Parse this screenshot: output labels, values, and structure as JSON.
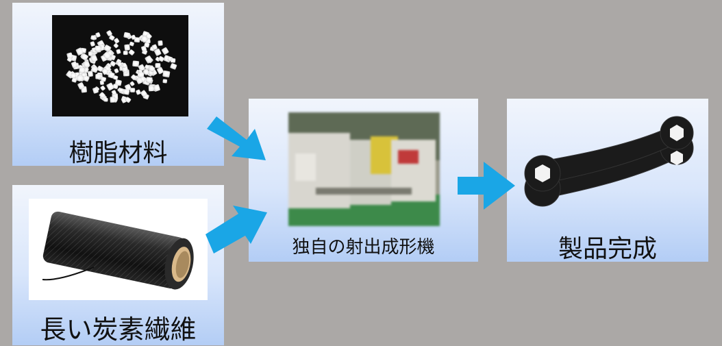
{
  "steps": {
    "resin": {
      "label": "樹脂材料",
      "image": "white-resin-pellets"
    },
    "fiber": {
      "label": "長い炭素繊維",
      "image": "carbon-fiber-roll"
    },
    "machine": {
      "label": "独自の射出成形機",
      "image": "injection-molding-machine"
    },
    "product": {
      "label": "製品完成",
      "image": "black-box-wrenches"
    }
  },
  "colors": {
    "arrow": "#1aa6e6",
    "background": "#aba8a6"
  }
}
